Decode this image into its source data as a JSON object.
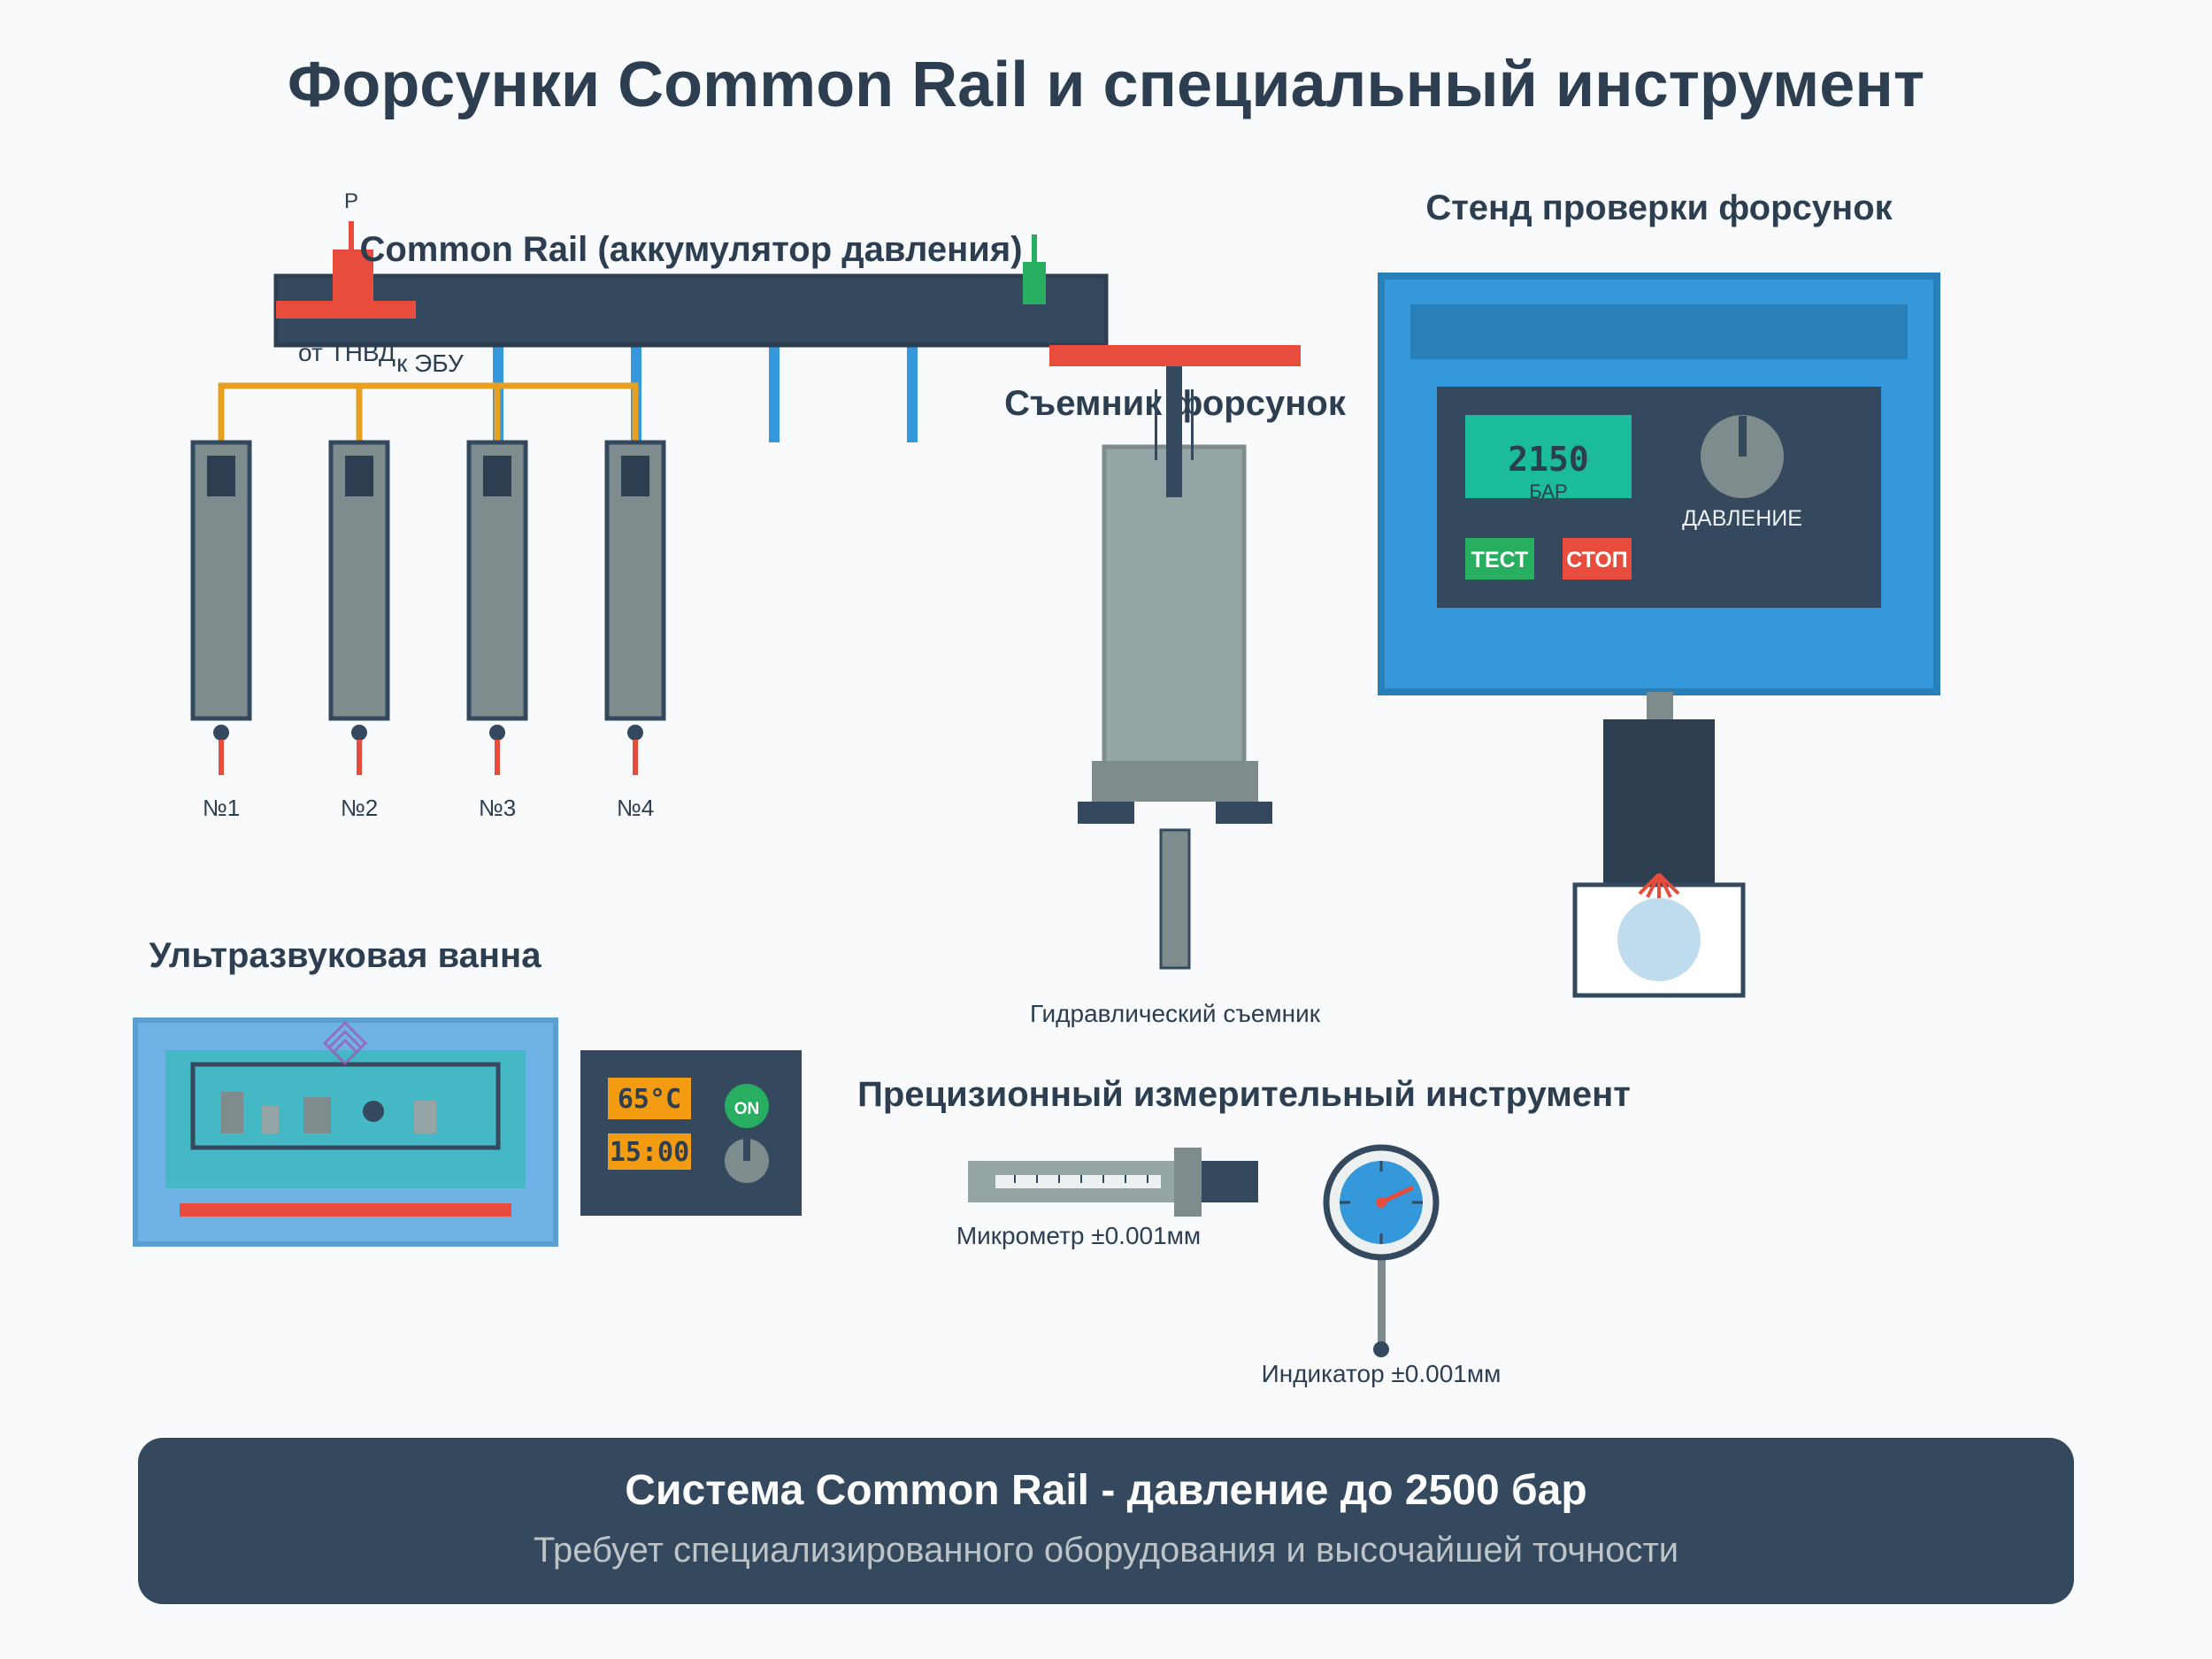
{
  "title": "Форсунки Common Rail и специальный инструмент",
  "rail": {
    "label": "Common Rail (аккумулятор давления)",
    "sensor_label": "P",
    "inlet_label": "от ТНВД",
    "ecu_label": "к ЭБУ",
    "injectors": [
      "№1",
      "№2",
      "№3",
      "№4"
    ]
  },
  "puller": {
    "title": "Съемник форсунок",
    "caption": "Гидравлический съемник"
  },
  "test_bench": {
    "title": "Стенд проверки форсунок",
    "pressure_value": "2150",
    "pressure_unit": "БАР",
    "knob_label": "ДАВЛЕНИЕ",
    "test_button": "ТЕСТ",
    "stop_button": "СТОП"
  },
  "ultrasonic": {
    "title": "Ультразвуковая ванна",
    "temperature": "65°C",
    "timer": "15:00",
    "power_label": "ON"
  },
  "measuring": {
    "title": "Прецизионный измерительный инструмент",
    "micrometer_label": "Микрометр ±0.001мм",
    "indicator_label": "Индикатор ±0.001мм"
  },
  "footer": {
    "headline": "Система Common Rail - давление до 2500 бар",
    "subline": "Требует специализированного оборудования и высочайшей точности"
  },
  "colors": {
    "dark": "#34495e",
    "red": "#e74c3c",
    "blue": "#3498db",
    "orange": "#e8a020",
    "green": "#27ae60",
    "teal": "#1abc9c",
    "gray": "#7f8c8d"
  }
}
